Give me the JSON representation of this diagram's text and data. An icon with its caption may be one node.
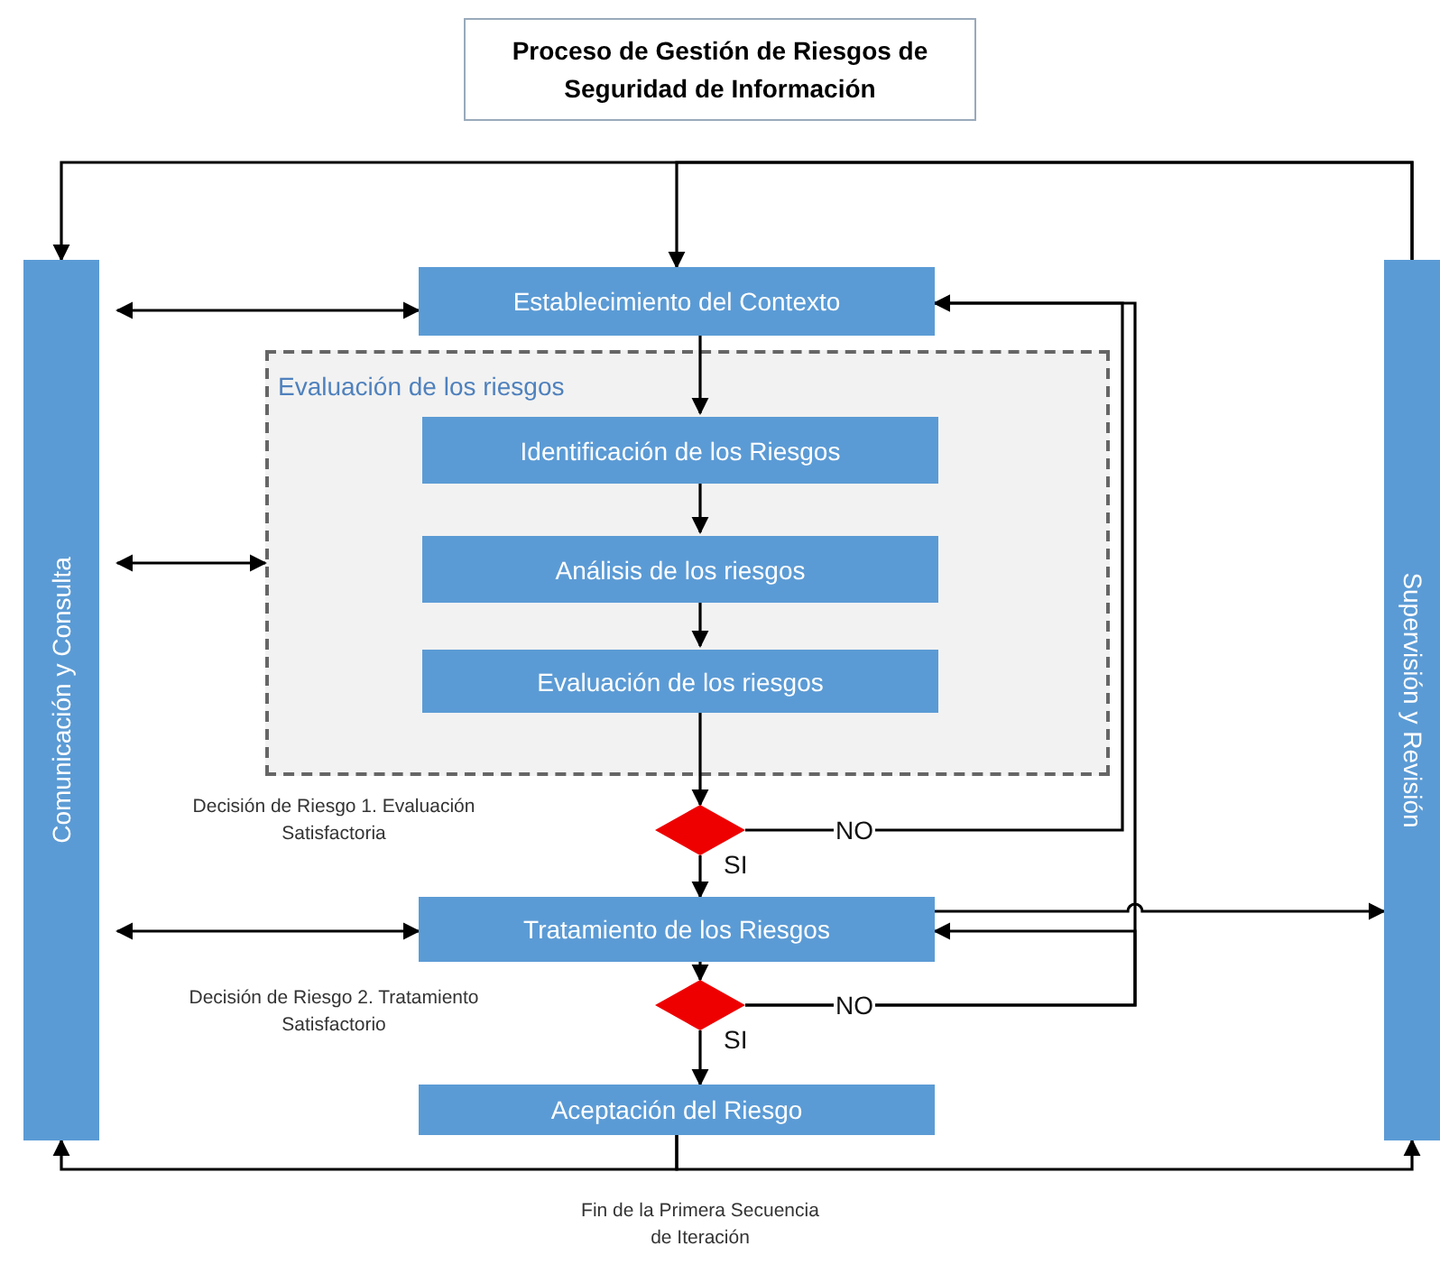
{
  "diagram": {
    "title": "Proceso de Gestión de Riesgos de Seguridad de Información",
    "nodes": [
      {
        "text": [
          "Comunicación y Consulta"
        ]
      },
      {
        "text": [
          "Supervisión y Revisión"
        ]
      },
      {
        "text": [
          "Establecimiento del Contexto"
        ]
      },
      {
        "text": [
          "Evaluación de los riesgos"
        ]
      },
      {
        "text": [
          "Identificación de los Riesgos"
        ],
        "in": 3
      },
      {
        "text": [
          "Análisis de los riesgos"
        ],
        "in": 3
      },
      {
        "text": [
          "Evaluación de los riesgos"
        ],
        "in": 3
      },
      {
        "text": [],
        "shape": "diamond"
      },
      {
        "text": [
          "Tratamiento de los Riesgos"
        ]
      },
      {
        "text": [],
        "shape": "diamond"
      },
      {
        "text": [
          "Aceptación del Riesgo"
        ]
      }
    ],
    "edges": [
      {
        "from": 1,
        "to": 0,
        "arrow": "to"
      },
      {
        "from": 1,
        "to": 2,
        "arrow": "to"
      },
      {
        "from": 0,
        "to": 2,
        "arrow": "both"
      },
      {
        "from": 0,
        "to": 3,
        "arrow": "both"
      },
      {
        "from": 2,
        "to": 4,
        "arrow": "to"
      },
      {
        "from": 4,
        "to": 5,
        "arrow": "to"
      },
      {
        "from": 5,
        "to": 6,
        "arrow": "to"
      },
      {
        "from": 6,
        "to": 7,
        "arrow": "to"
      },
      {
        "from": 7,
        "to": 8,
        "arrow": "to",
        "label": "SI"
      },
      {
        "from": 7,
        "to": 2,
        "arrow": "to",
        "label": "NO"
      },
      {
        "from": 0,
        "to": 8,
        "arrow": "both"
      },
      {
        "from": 8,
        "to": 1,
        "arrow": "to"
      },
      {
        "from": 8,
        "to": 9,
        "arrow": "to"
      },
      {
        "from": 9,
        "to": 10,
        "arrow": "to",
        "label": "SI"
      },
      {
        "from": 9,
        "to": 8,
        "arrow": "to",
        "label": "NO"
      },
      {
        "from": 9,
        "to": 2,
        "arrow": "to"
      },
      {
        "from": 10,
        "to": 0,
        "arrow": "to"
      },
      {
        "from": 10,
        "to": 1,
        "arrow": "to"
      }
    ],
    "labels": [
      "Decisión de Riesgo 1. Evaluación Satisfactoria",
      "Decisión de Riesgo 2. Tratamiento Satisfactorio",
      "Fin de la Primera Secuencia de Iteración"
    ]
  }
}
